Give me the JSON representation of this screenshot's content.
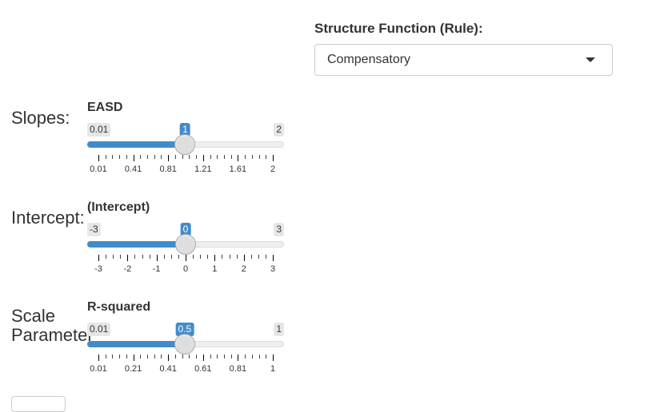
{
  "structure_function": {
    "label": "Structure Function (Rule):",
    "selected": "Compensatory"
  },
  "sections": [
    {
      "label_lines": [
        "Slopes:"
      ]
    },
    {
      "label_lines": [
        "Intercept:"
      ]
    },
    {
      "label_lines": [
        "Scale",
        "Parameter"
      ]
    }
  ],
  "sliders": [
    {
      "title": "EASD",
      "min": 0.01,
      "max": 2,
      "value": 1,
      "min_label": "0.01",
      "max_label": "2",
      "value_label": "1",
      "ticks": [
        "0.01",
        "0.41",
        "0.81",
        "1.21",
        "1.61",
        "2"
      ],
      "minor_per_major": 5
    },
    {
      "title": "(Intercept)",
      "min": -3,
      "max": 3,
      "value": 0,
      "min_label": "-3",
      "max_label": "3",
      "value_label": "0",
      "ticks": [
        "-3",
        "-2",
        "-1",
        "0",
        "1",
        "2",
        "3"
      ],
      "minor_per_major": 4
    },
    {
      "title": "R-squared",
      "min": 0.01,
      "max": 1,
      "value": 0.5,
      "min_label": "0.01",
      "max_label": "1",
      "value_label": "0.5",
      "ticks": [
        "0.01",
        "0.21",
        "0.41",
        "0.61",
        "0.81",
        "1"
      ],
      "minor_per_major": 5
    }
  ],
  "colors": {
    "accent": "#428bca",
    "track": "#eeeeee",
    "handle": "#dedede",
    "min_max_badge": "#e6e6e6"
  },
  "icons": {
    "select_caret": "chevron-down-icon"
  }
}
